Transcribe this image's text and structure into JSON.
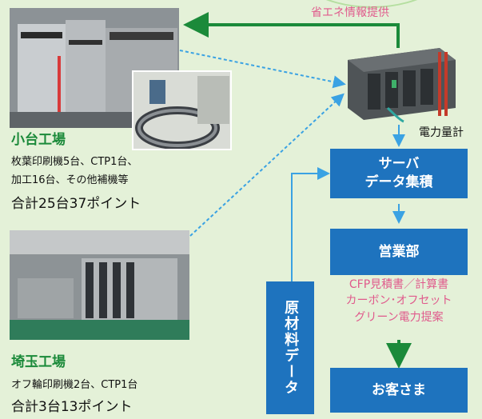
{
  "top_label": "省エネ情報提供",
  "meter_label": "電力量計",
  "colors": {
    "box": "#1e73be",
    "green": "#1b8a3a",
    "pink": "#e05a8c",
    "background": "#e4f1d8",
    "connector": "#3aa2e3"
  },
  "factories": [
    {
      "name": "小台工場",
      "line1": "枚葉印刷機5台、CTP1台、",
      "line2": "加工16台、その他補機等",
      "total": "合計25台37ポイント"
    },
    {
      "name": "埼玉工場",
      "line1": "オフ輪印刷機2台、CTP1台",
      "total": "合計3台13ポイント"
    }
  ],
  "boxes": {
    "server_line1": "サーバ",
    "server_line2": "データ集積",
    "sales": "営業部",
    "customer": "お客さま",
    "raw_material": "原材料データ"
  },
  "services": [
    "CFP見積書／計算書",
    "カーボン･オフセット",
    "グリーン電力提案"
  ]
}
